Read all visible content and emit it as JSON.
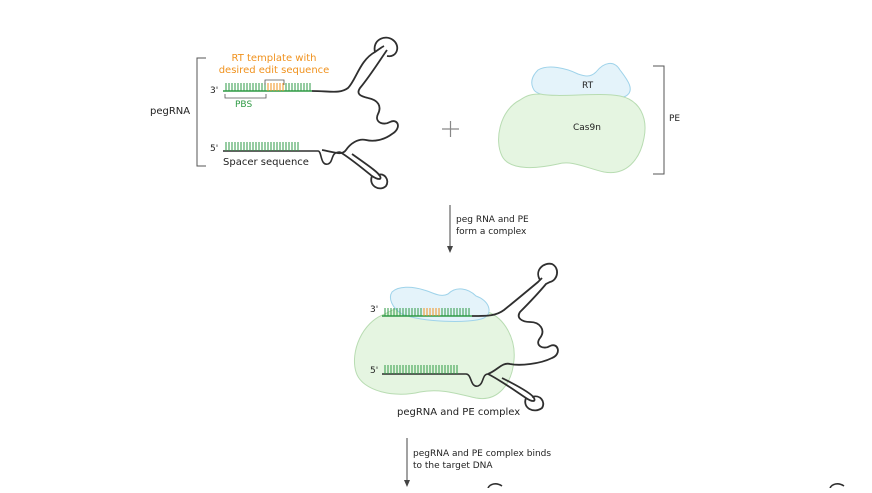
{
  "colors": {
    "strand": "#2f2f2f",
    "green": "#2e9a44",
    "orange": "#f0921e",
    "cas9_fill": "#e5f5e1",
    "cas9_stroke": "#b8dcb2",
    "rt_fill": "#e4f3fa",
    "rt_stroke": "#9fd3ea",
    "label_dark": "#222222"
  },
  "top": {
    "pegrna_label": "pegRNA",
    "rt_template_line1": "RT template with",
    "rt_template_line2": "desired edit sequence",
    "pbs_label": "PBS",
    "three_prime": "3'",
    "five_prime": "5'",
    "spacer_label": "Spacer sequence",
    "plus_sign": "+",
    "rt_label": "RT",
    "cas9n_label": "Cas9n",
    "pe_label": "PE"
  },
  "step1": {
    "line1": "peg RNA and PE",
    "line2": "form a complex"
  },
  "complex": {
    "three_prime": "3'",
    "five_prime": "5'",
    "label": "pegRNA and PE complex"
  },
  "step2": {
    "line1": "pegRNA and PE complex binds",
    "line2": "to the target DNA"
  }
}
